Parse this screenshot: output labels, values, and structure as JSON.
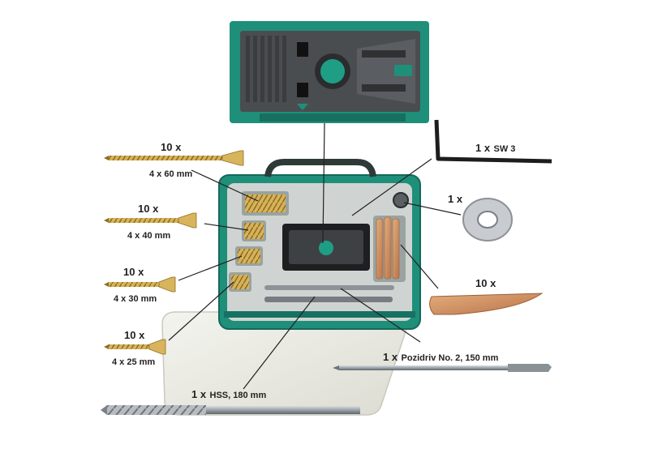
{
  "colors": {
    "accent": "#1f8f7a",
    "body": "#4a4d50",
    "brass": "#c9a24a",
    "wood": "#d79a67",
    "steel": "#a7adb3"
  },
  "screws": [
    {
      "qty": "10 x",
      "size": "4 x 60 mm"
    },
    {
      "qty": "10 x",
      "size": "4 x 40 mm"
    },
    {
      "qty": "10 x",
      "size": "4 x 30 mm"
    },
    {
      "qty": "10 x",
      "size": "4 x 25 mm"
    }
  ],
  "hex_key": {
    "qty": "1 x",
    "label": "SW 3"
  },
  "stop_ring": {
    "qty": "1 x"
  },
  "wood_plugs": {
    "qty": "10 x"
  },
  "bit": {
    "qty": "1 x",
    "label": "Pozidriv No. 2, 150 mm"
  },
  "drill": {
    "qty": "1 x",
    "label": "HSS, 180 mm"
  },
  "icons": {
    "jig": "pocket-hole-jig-icon",
    "case": "storage-case-icon",
    "hex_key": "hex-key-icon",
    "ring": "stop-ring-icon",
    "plug": "wood-plug-icon",
    "bit": "screwdriver-bit-icon",
    "drill": "step-drill-icon",
    "screw": "screw-icon"
  }
}
